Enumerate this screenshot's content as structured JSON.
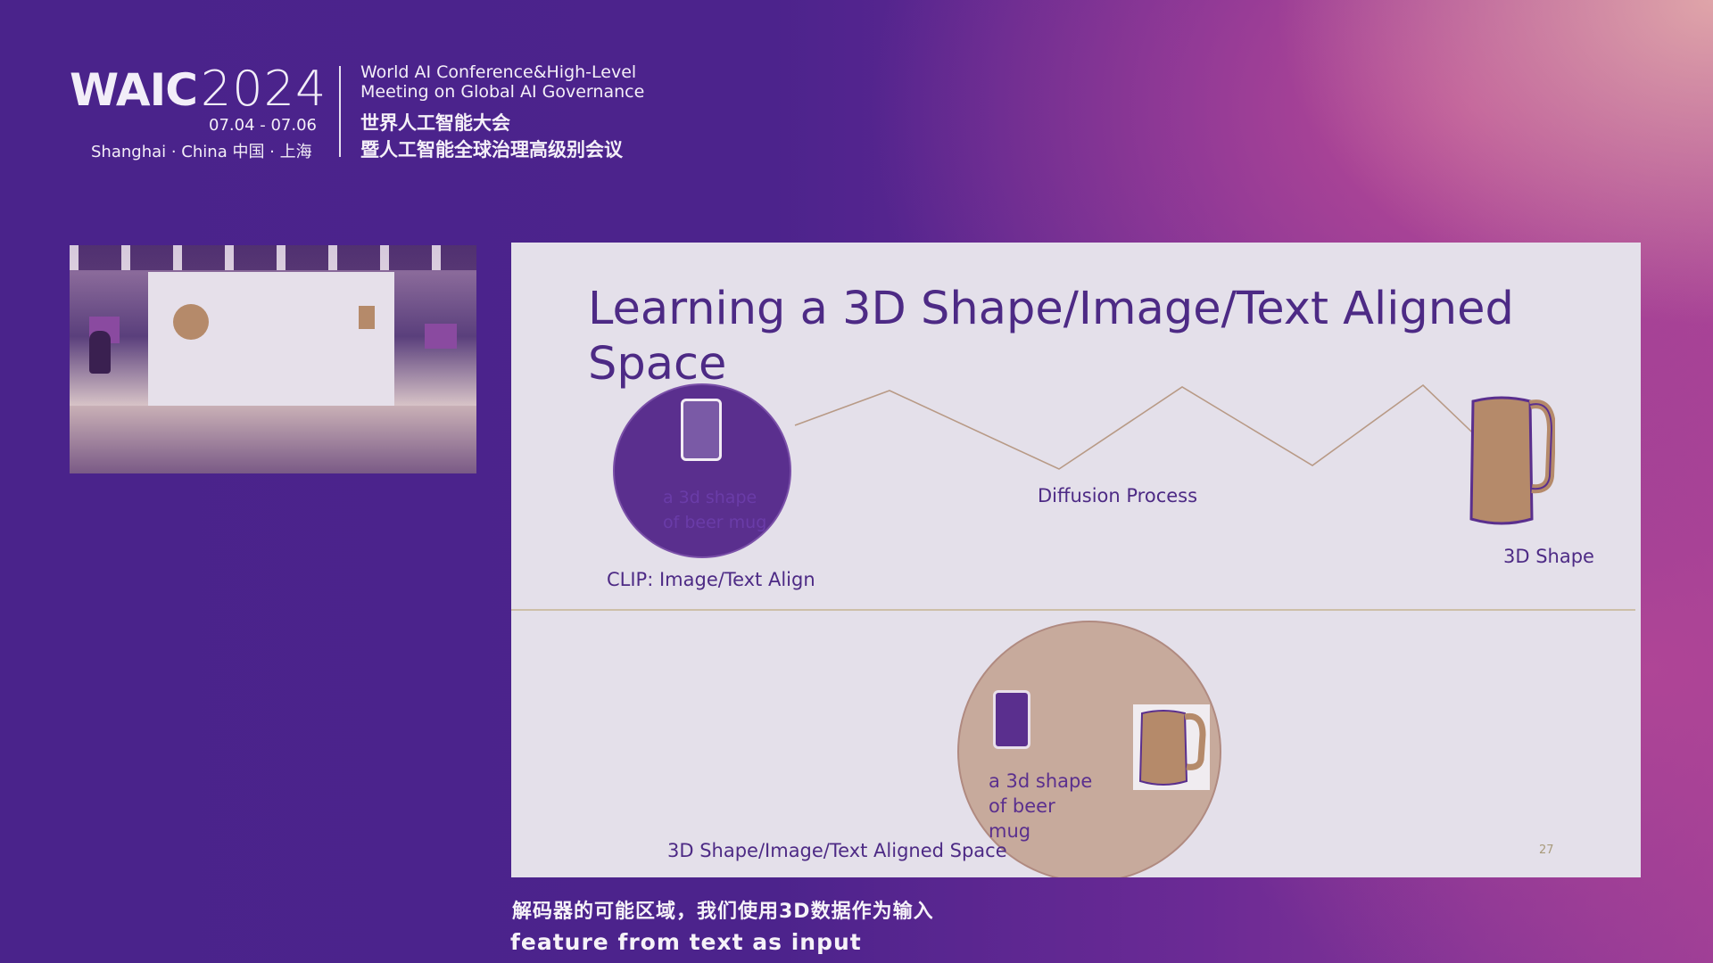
{
  "header": {
    "logo_waic": "WAIC",
    "logo_year": "2024",
    "dates": "07.04 - 07.06",
    "location": "Shanghai · China  中国 · 上海",
    "title_en_line1": "World AI Conference&High-Level",
    "title_en_line2": "Meeting on Global AI Governance",
    "title_cn_line1": "世界人工智能大会",
    "title_cn_line2": "暨人工智能全球治理高级别会议"
  },
  "slide": {
    "title": "Learning a 3D Shape/Image/Text Aligned Space",
    "circle_top_text_line1": "a 3d shape",
    "circle_top_text_line2": "of beer mug",
    "clip_label": "CLIP: Image/Text Align",
    "diffusion_label": "Diffusion Process",
    "shape_label": "3D Shape",
    "circle_bottom_text_line1": "a 3d shape",
    "circle_bottom_text_line2": "of beer",
    "circle_bottom_text_line3": "mug",
    "aligned_space_label": "3D Shape/Image/Text Aligned Space",
    "page_number": "27"
  },
  "subtitles": {
    "chinese": "解码器的可能区域，我们使用3D数据作为输入",
    "english": "feature from text as input"
  },
  "colors": {
    "background_left": "#4a238b",
    "background_right": "#b8468f",
    "slide_bg": "#e4e0ea",
    "slide_text": "#4d2a85",
    "accent_circle": "#5a2f8e",
    "mug_tan": "#b58a6a"
  }
}
